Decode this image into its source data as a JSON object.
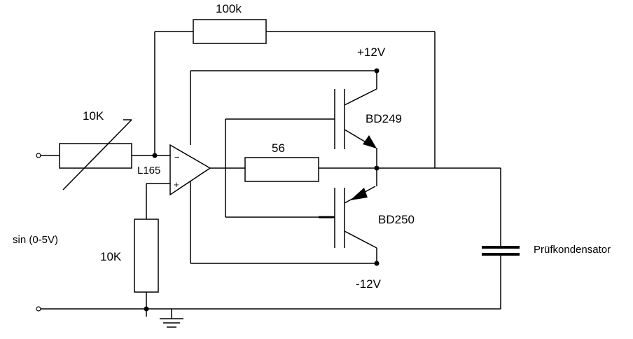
{
  "labels": {
    "r_feedback": "100k",
    "pot": "10K",
    "opamp": "L165",
    "opamp_minus": "−",
    "opamp_plus": "+",
    "r_emitter": "56",
    "vpos": "+12V",
    "vneg": "-12V",
    "q_npn": "BD249",
    "q_pnp": "BD250",
    "input": "sin (0-5V)",
    "r_bias": "10K",
    "capacitor": "Prüfkondensator"
  }
}
